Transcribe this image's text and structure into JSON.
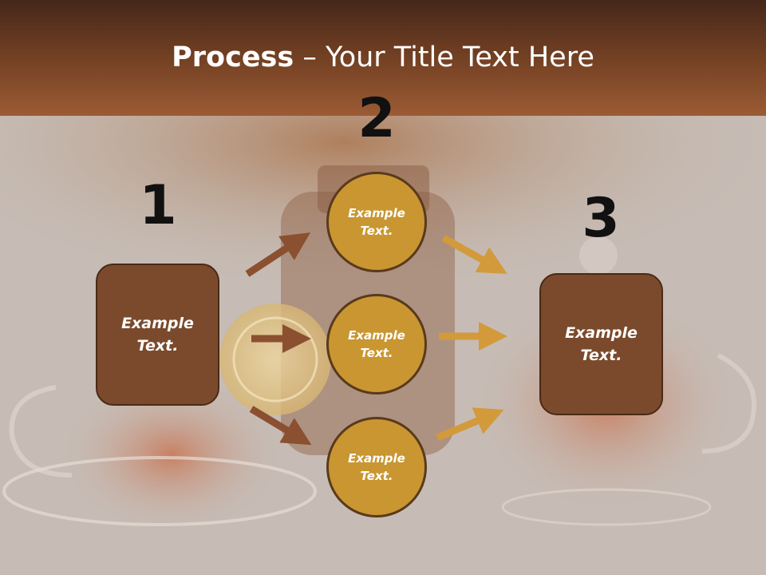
{
  "slide": {
    "title_bold": "Process",
    "title_rest": " – Your Title Text Here"
  },
  "steps": [
    {
      "number": "1",
      "text": "Example\nText."
    },
    {
      "number": "2",
      "items": [
        "Example\nText.",
        "Example\nText.",
        "Example\nText."
      ]
    },
    {
      "number": "3",
      "text": "Example\nText."
    }
  ],
  "colors": {
    "header_top": "#45271a",
    "header_bottom": "#9b5b34",
    "box_fill": "#7b4a2c",
    "circle_fill": "#c99632",
    "arrow_left": "#8a5030",
    "arrow_right": "#d29a3a"
  }
}
